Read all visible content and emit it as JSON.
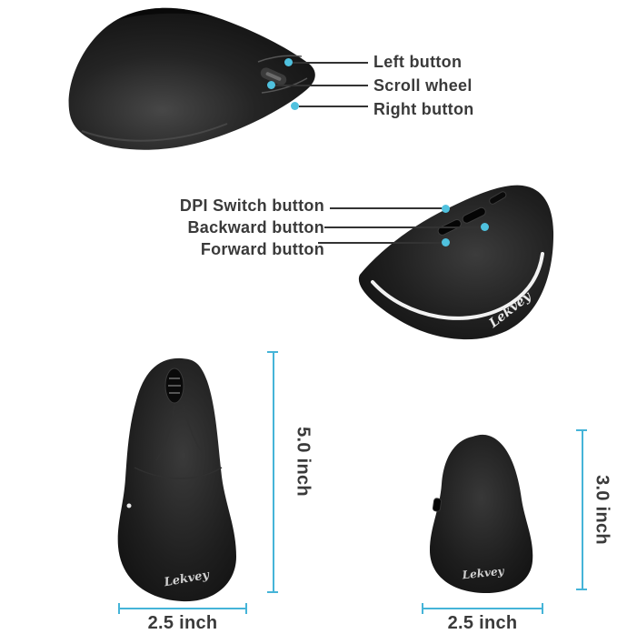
{
  "brand": "Lekvey",
  "colors": {
    "accent_line": "#45b4d8",
    "accent_dot": "#4fc1de",
    "label_text": "#3a3a3a",
    "callout_line": "#333333",
    "mouse_body": "#1a1a1a",
    "background": "#ffffff"
  },
  "top_callouts": [
    {
      "label": "Left button"
    },
    {
      "label": "Scroll wheel"
    },
    {
      "label": "Right button"
    }
  ],
  "side_callouts": [
    {
      "label": "DPI Switch button"
    },
    {
      "label": "Backward button"
    },
    {
      "label": "Forward button"
    }
  ],
  "dimensions": {
    "front": {
      "height": "5.0 inch",
      "width": "2.5 inch"
    },
    "back": {
      "height": "3.0 inch",
      "width": "2.5 inch"
    }
  }
}
